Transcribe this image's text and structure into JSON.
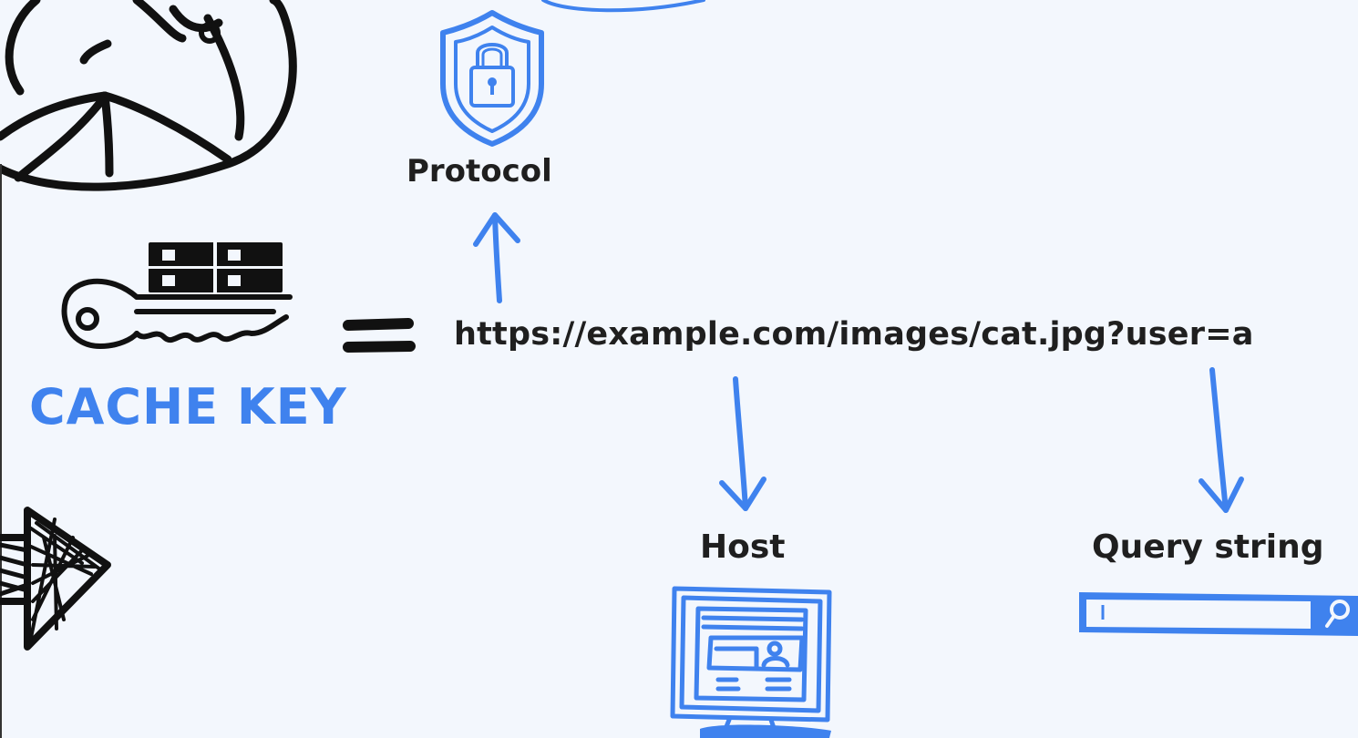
{
  "labels": {
    "protocol": "Protocol",
    "url": "https://example.com/images/cat.jpg?user=a",
    "host": "Host",
    "query_string": "Query string",
    "cache_key": "CACHE KEY"
  },
  "icons": {
    "protocol": "shield-lock-icon",
    "host": "monitor-icon",
    "query_string": "search-bar-icon",
    "cache_key": "key-server-icon",
    "equals": "equals-sign",
    "character": "thinking-person",
    "arrow": "scribble-arrow"
  },
  "colors": {
    "accent": "#3f82ee",
    "ink": "#111111",
    "background": "#f3f7fd"
  }
}
